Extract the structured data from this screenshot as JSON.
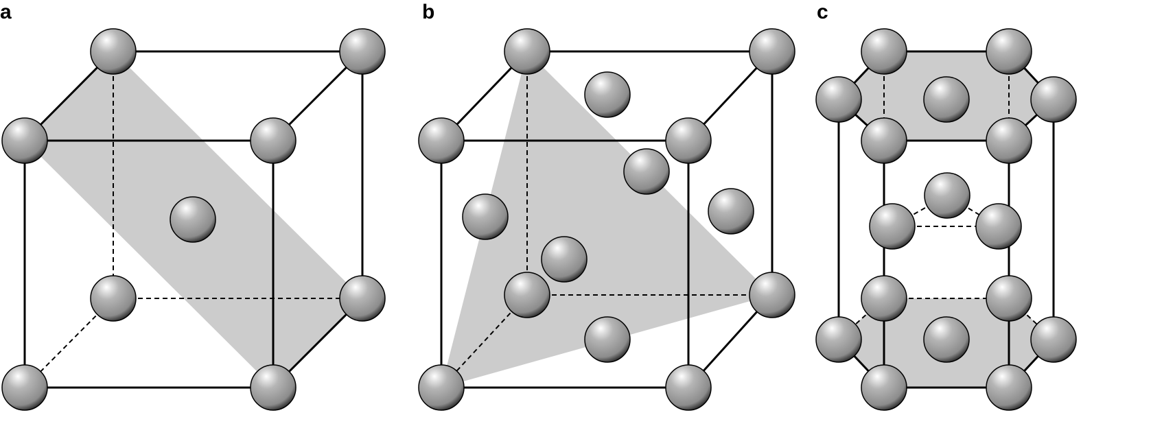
{
  "panels": [
    {
      "label": "a"
    },
    {
      "label": "b"
    },
    {
      "label": "c"
    }
  ],
  "colors": {
    "plane": "#cccccc",
    "edge": "#000000",
    "atom_light": "#ffffff",
    "atom_mid": "#8c8c8c",
    "atom_dark": "#1e1e1e"
  }
}
